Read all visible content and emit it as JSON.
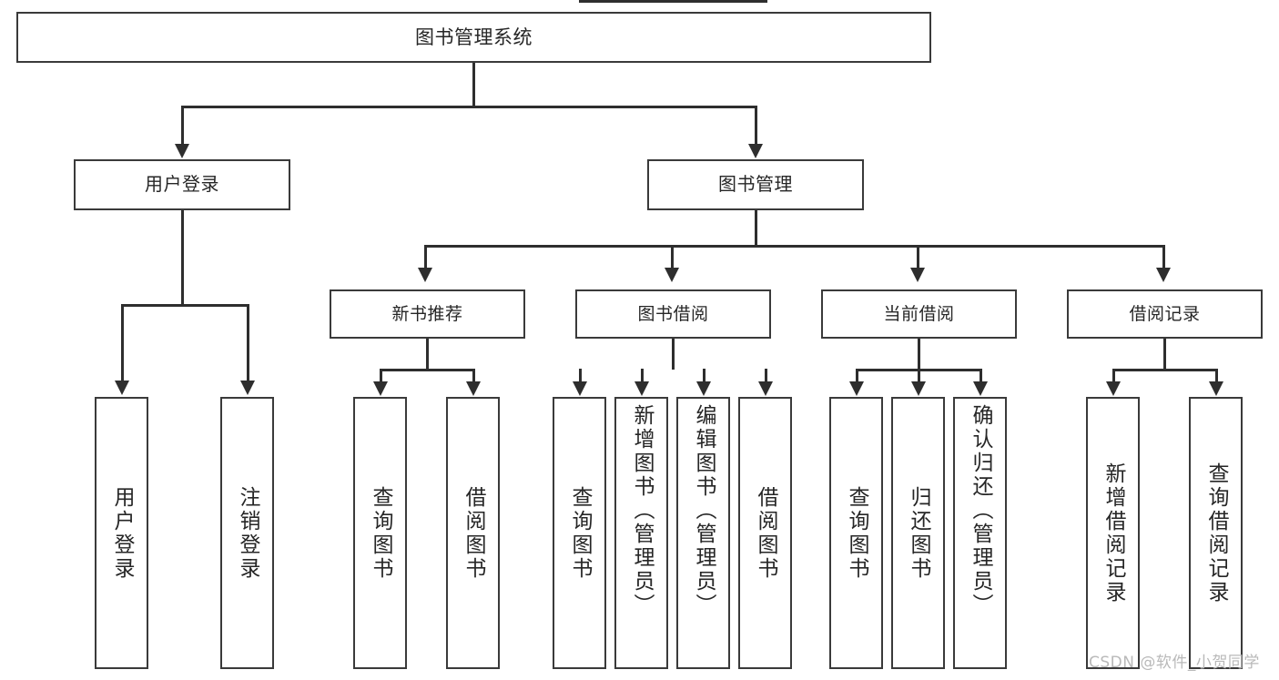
{
  "diagram": {
    "title": "图书管理系统",
    "type": "tree-hierarchy-diagram",
    "root": {
      "label": "图书管理系统"
    },
    "level2": [
      {
        "label": "用户登录"
      },
      {
        "label": "图书管理"
      }
    ],
    "level3": [
      {
        "label": "新书推荐"
      },
      {
        "label": "图书借阅"
      },
      {
        "label": "当前借阅"
      },
      {
        "label": "借阅记录"
      }
    ],
    "leaves": {
      "user_login": [
        {
          "label": "用户登录"
        },
        {
          "label": "注销登录"
        }
      ],
      "new_book_recommend": [
        {
          "label": "查询图书"
        },
        {
          "label": "借阅图书"
        }
      ],
      "book_borrow": [
        {
          "label": "查询图书"
        },
        {
          "label": "新增图书（管理员）"
        },
        {
          "label": "编辑图书（管理员）"
        },
        {
          "label": "借阅图书"
        }
      ],
      "current_borrow": [
        {
          "label": "查询图书"
        },
        {
          "label": "归还图书"
        },
        {
          "label": "确认归还（管理员）"
        }
      ],
      "borrow_record": [
        {
          "label": "新增借阅记录"
        },
        {
          "label": "查询借阅记录"
        }
      ]
    }
  },
  "watermark": {
    "text": "CSDN @软件_小贺同学"
  },
  "colors": {
    "box_border": "#3a3a3a",
    "line": "#2e2e2e",
    "background": "#ffffff",
    "text": "#262626",
    "watermark": "#b9b9b9"
  }
}
